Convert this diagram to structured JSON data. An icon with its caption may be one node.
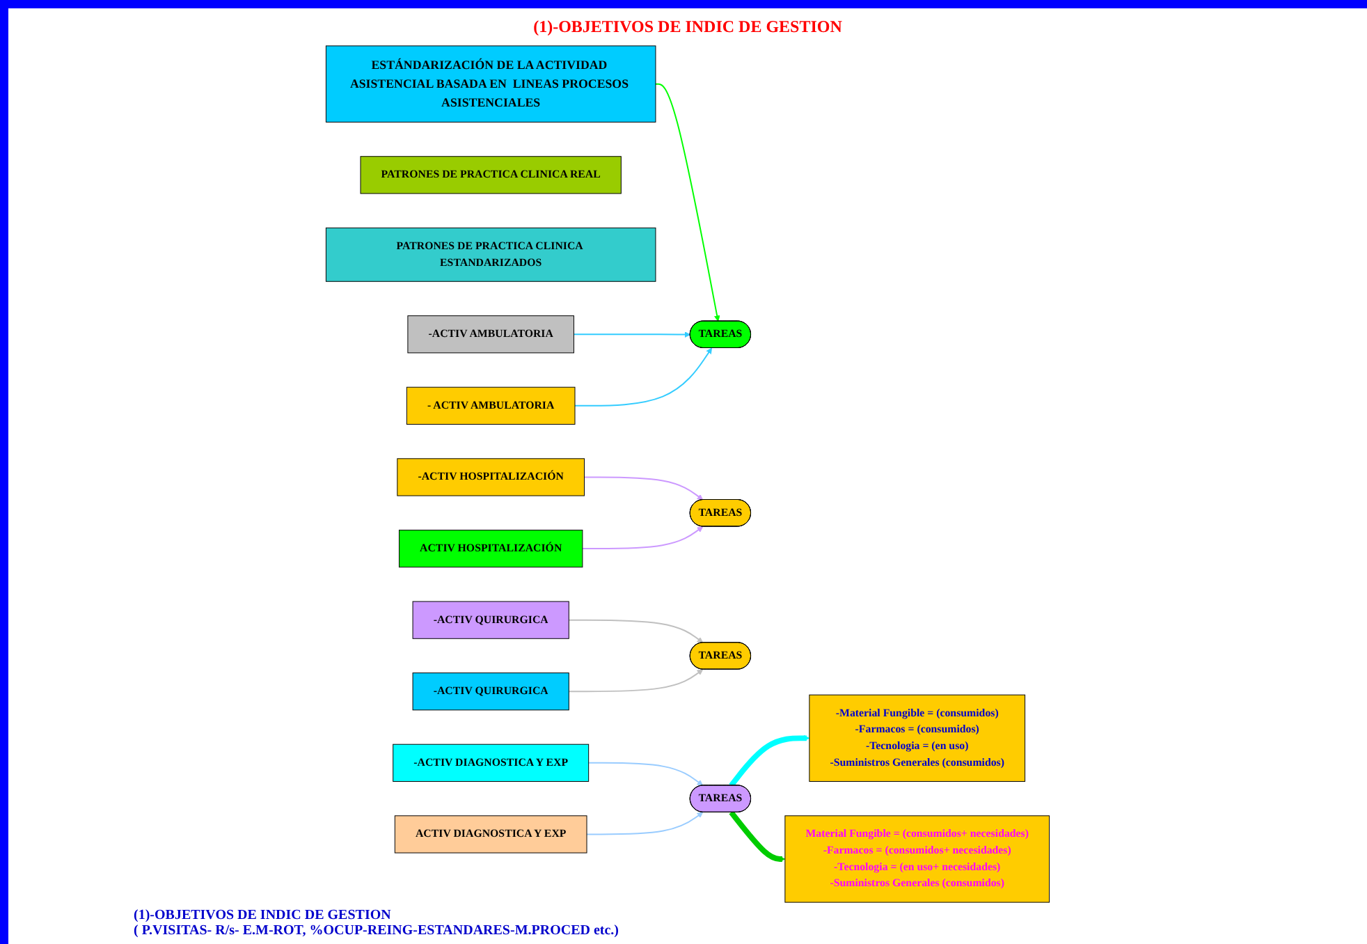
{
  "diagram": {
    "nodes": [
      {
        "text": [
          "ESTÁNDARIZACIÓN DE LA ACTIVIDAD ASISTENCIAL BASADA EN  LINEAS PROCESOS ASISTENCIALES"
        ]
      },
      {
        "text": [
          "PATRONES DE PRACTICA CLINICA REAL"
        ]
      },
      {
        "text": [
          "PATRONES DE PRACTICA CLINICA ESTANDARIZADOS"
        ]
      },
      {
        "text": [
          "-ACTIV AMBULATORIA"
        ]
      },
      {
        "text": [
          "TAREAS"
        ]
      },
      {
        "text": [
          "- ACTIV AMBULATORIA"
        ]
      },
      {
        "text": [
          "-ACTIV HOSPITALIZACIÓN"
        ]
      },
      {
        "text": [
          "TAREAS"
        ]
      },
      {
        "text": [
          "ACTIV HOSPITALIZACIÓN"
        ]
      },
      {
        "text": [
          "-ACTIV QUIRURGICA"
        ]
      },
      {
        "text": [
          "TAREAS"
        ]
      },
      {
        "text": [
          "-ACTIV QUIRURGICA"
        ]
      },
      {
        "text": [
          "-ACTIV DIAGNOSTICA Y EXP"
        ]
      },
      {
        "text": [
          "TAREAS"
        ]
      },
      {
        "text": [
          "ACTIV DIAGNOSTICA Y EXP"
        ]
      },
      {
        "text": [
          "-Material Fungible = (consumidos)",
          "-Farmacos =                (consumidos)",
          "-Tecnologia =                   (en uso)",
          "-Suministros Generales (consumidos)"
        ]
      },
      {
        "text": [
          "Material Fungible = (consumidos+ necesidades)",
          "-Farmacos =              (consumidos+ necesidades)",
          "-Tecnologia =                 (en uso+ necesidades)",
          "-Suministros Generales (consumidos)"
        ]
      }
    ],
    "edges": [
      {
        "from": 0,
        "to": 4,
        "arrow": "to",
        "color": "#00ff00"
      },
      {
        "from": 3,
        "to": 4,
        "arrow": "to",
        "color": "#33ccff"
      },
      {
        "from": 5,
        "to": 4,
        "arrow": "to",
        "color": "#33ccff"
      },
      {
        "from": 6,
        "to": 7,
        "arrow": "to",
        "color": "#cc99ff"
      },
      {
        "from": 8,
        "to": 7,
        "arrow": "to",
        "color": "#cc99ff"
      },
      {
        "from": 9,
        "to": 10,
        "arrow": "to",
        "color": "#c0c0c0"
      },
      {
        "from": 11,
        "to": 10,
        "arrow": "to",
        "color": "#c0c0c0"
      },
      {
        "from": 12,
        "to": 13,
        "arrow": "to",
        "color": "#99ccff"
      },
      {
        "from": 14,
        "to": 13,
        "arrow": "to",
        "color": "#99ccff"
      },
      {
        "from": 13,
        "to": 15,
        "arrow": "to",
        "style": "thick",
        "color": "#00ffff"
      },
      {
        "from": 13,
        "to": 16,
        "arrow": "to",
        "style": "thick",
        "color": "#00cc00"
      }
    ],
    "labels": [
      "(1)-OBJETIVOS DE  INDIC DE GESTION",
      "(1)-OBJETIVOS DE  INDIC DE GESTION",
      "( P.VISITAS- R/s- E.M-ROT, %OCUP-REING-ESTANDARES-M.PROCED etc.)"
    ]
  }
}
